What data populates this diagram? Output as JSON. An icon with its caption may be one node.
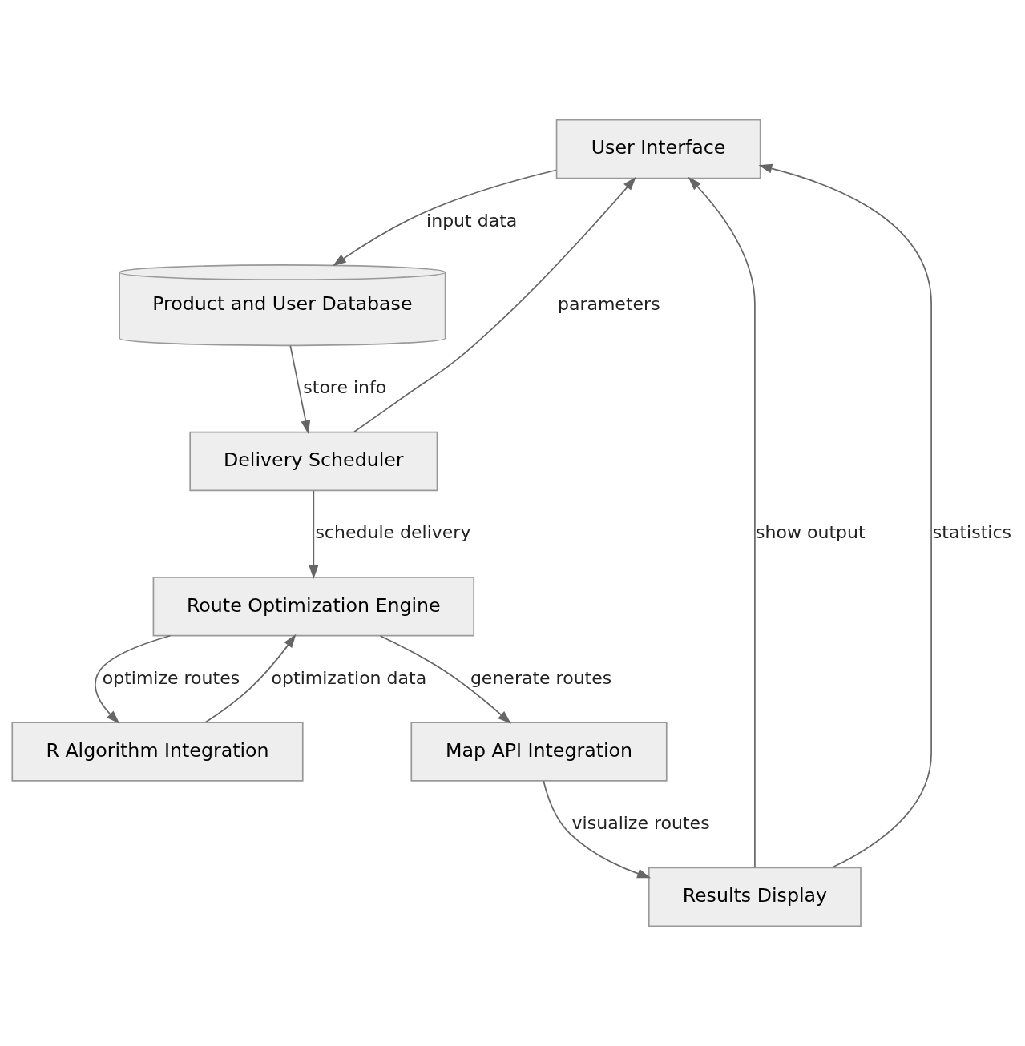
{
  "diagram": {
    "nodes": [
      {
        "text": [
          "User Interface"
        ]
      },
      {
        "text": [
          "Product and User Database"
        ]
      },
      {
        "text": [
          "Delivery Scheduler"
        ]
      },
      {
        "text": [
          "Route Optimization Engine"
        ]
      },
      {
        "text": [
          "R Algorithm Integration"
        ]
      },
      {
        "text": [
          "Map API Integration"
        ]
      },
      {
        "text": [
          "Results Display"
        ]
      }
    ],
    "edges": [
      {
        "from": 0,
        "to": 1,
        "arrow": "to",
        "label": "input data"
      },
      {
        "from": 1,
        "to": 2,
        "arrow": "to",
        "label": "store info"
      },
      {
        "from": 2,
        "to": 0,
        "arrow": "to",
        "label": "parameters"
      },
      {
        "from": 2,
        "to": 3,
        "arrow": "to",
        "label": "schedule delivery"
      },
      {
        "from": 3,
        "to": 4,
        "arrow": "to",
        "label": "optimize routes"
      },
      {
        "from": 4,
        "to": 3,
        "arrow": "to",
        "label": "optimization data"
      },
      {
        "from": 3,
        "to": 5,
        "arrow": "to",
        "label": "generate routes"
      },
      {
        "from": 5,
        "to": 6,
        "arrow": "to",
        "label": "visualize routes"
      },
      {
        "from": 6,
        "to": 0,
        "arrow": "to",
        "label": "show output"
      },
      {
        "from": 6,
        "to": 0,
        "arrow": "to",
        "label": "statistics"
      }
    ]
  }
}
